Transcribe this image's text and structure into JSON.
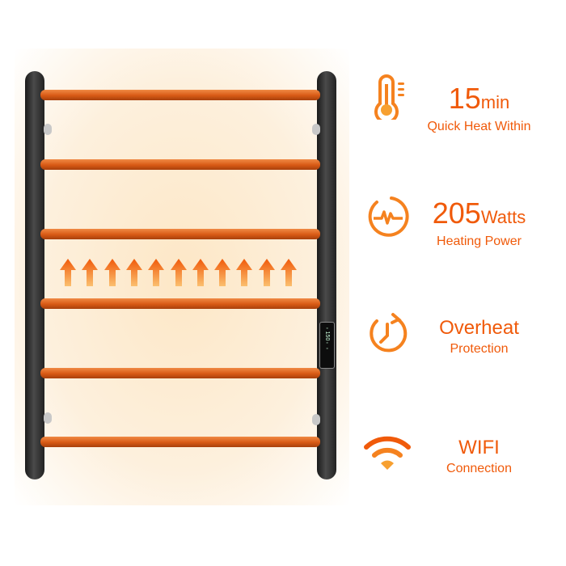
{
  "product": {
    "display_reading": "150"
  },
  "features": [
    {
      "value": "15",
      "unit": "min",
      "caption": "Quick Heat Within",
      "icon": "thermometer-icon"
    },
    {
      "value": "205",
      "unit": "Watts",
      "caption": "Heating Power",
      "icon": "power-pulse-icon"
    },
    {
      "title": "Overheat",
      "caption": "Protection",
      "icon": "overheat-clock-icon"
    },
    {
      "title": "WIFI",
      "caption": "Connection",
      "icon": "wifi-icon"
    }
  ],
  "colors": {
    "accent": "#f05a0a",
    "rail": "#d85a15",
    "frame": "#2a2a2a"
  }
}
